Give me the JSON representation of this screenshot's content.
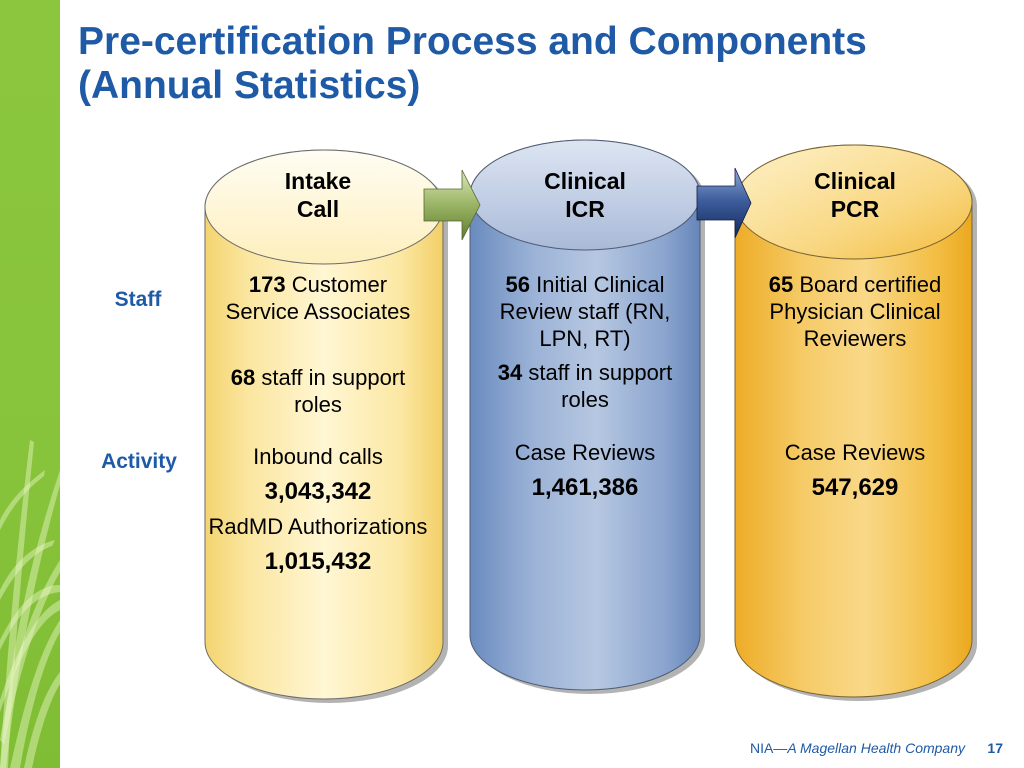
{
  "slide": {
    "title_line1": "Pre-certification Process and Components",
    "title_line2": "(Annual Statistics)",
    "page_number": "17"
  },
  "theme": {
    "title_blue": "#1f5aa6",
    "sidebar_green": "#8cc63f"
  },
  "row_labels": {
    "staff": "Staff",
    "activity": "Activity"
  },
  "columns": [
    {
      "header": [
        "Intake",
        "Call"
      ],
      "staff": [
        {
          "count": "173",
          "lines": [
            "Customer",
            "Service Associates"
          ]
        },
        {
          "count": "68",
          "lines": [
            "staff in support",
            "roles"
          ]
        }
      ],
      "activity": [
        {
          "label": "Inbound calls",
          "value": "3,043,342"
        },
        {
          "label": "RadMD Authorizations",
          "value": "1,015,432"
        }
      ]
    },
    {
      "header": [
        "Clinical",
        "ICR"
      ],
      "staff": [
        {
          "count": "56",
          "lines": [
            "Initial Clinical",
            "Review staff (RN,",
            "LPN, RT)"
          ]
        },
        {
          "count": "34",
          "lines": [
            "staff in support",
            "roles"
          ]
        }
      ],
      "activity": [
        {
          "label": "Case Reviews",
          "value": "1,461,386"
        }
      ]
    },
    {
      "header": [
        "Clinical",
        "PCR"
      ],
      "staff": [
        {
          "count": "65",
          "lines": [
            "Board certified",
            "Physician Clinical",
            "Reviewers"
          ]
        }
      ],
      "activity": [
        {
          "label": "Case Reviews",
          "value": "547,629"
        }
      ]
    }
  ],
  "footer": {
    "org": "NIA—",
    "tagline": "A Magellan Health Company"
  }
}
